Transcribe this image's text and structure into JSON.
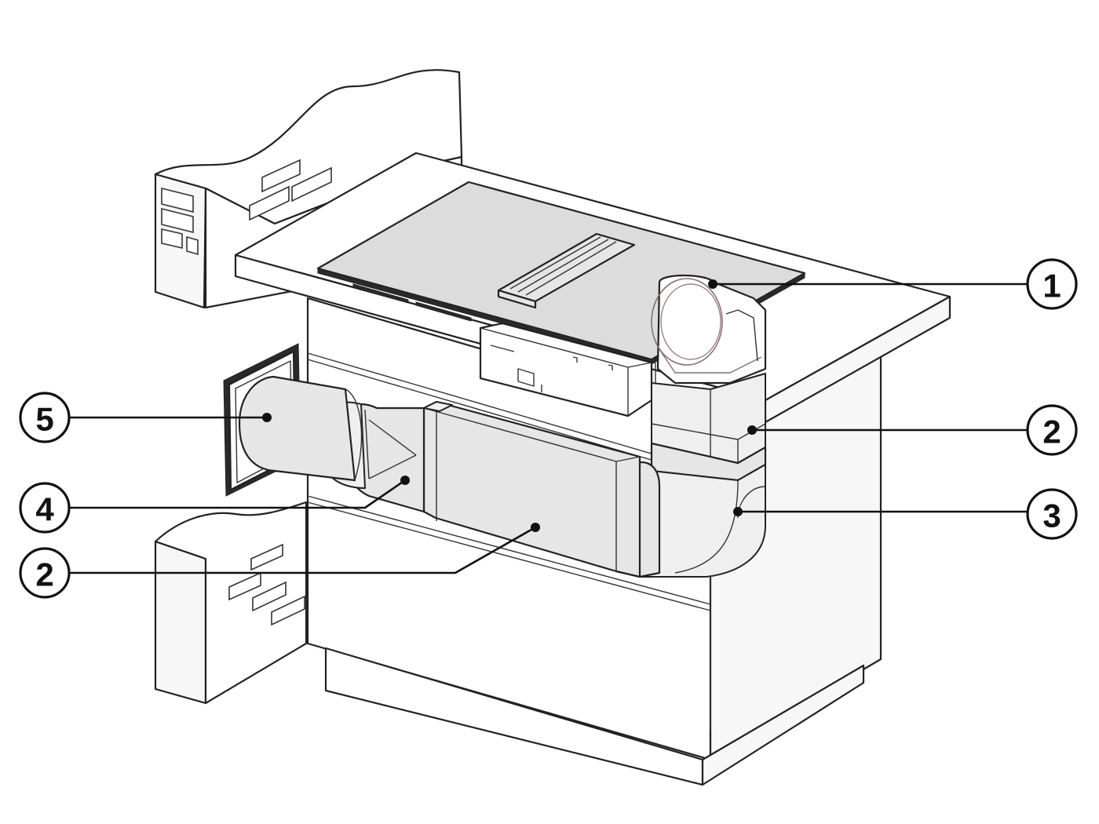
{
  "callouts": [
    {
      "id": "c1",
      "label": "1"
    },
    {
      "id": "c2a",
      "label": "2"
    },
    {
      "id": "c3",
      "label": "3"
    },
    {
      "id": "c5",
      "label": "5"
    },
    {
      "id": "c4",
      "label": "4"
    },
    {
      "id": "c2b",
      "label": "2"
    }
  ],
  "colors": {
    "line": "#222222",
    "duct_fill": "#e6e6e6",
    "hob_glass": "#dcdcdc",
    "background": "#ffffff"
  }
}
